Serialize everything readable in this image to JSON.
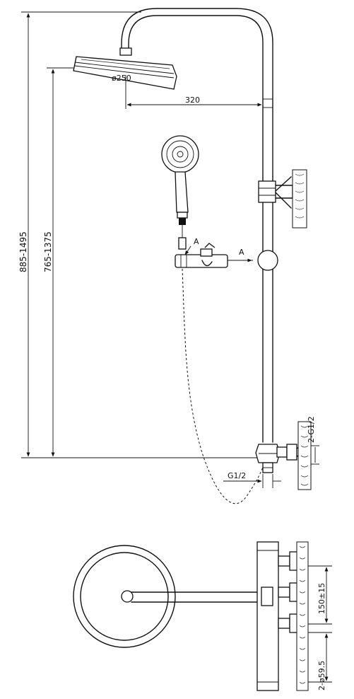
{
  "dimensions": {
    "overall_height": "885-1495",
    "shower_head_height": "765-1375",
    "head_diameter": "ø250",
    "arm_reach": "320",
    "section_mark_left": "A",
    "section_mark_right": "A",
    "inlet_thread": "2-G1/2",
    "outlet_thread": "G1/2",
    "inlet_spacing": "150±15",
    "escutcheon_diameter": "2-ø59.5"
  },
  "icons": {
    "shower_head": "shower-head-icon",
    "hand_shower": "hand-shower-icon",
    "mixer": "thermostatic-mixer-icon"
  }
}
